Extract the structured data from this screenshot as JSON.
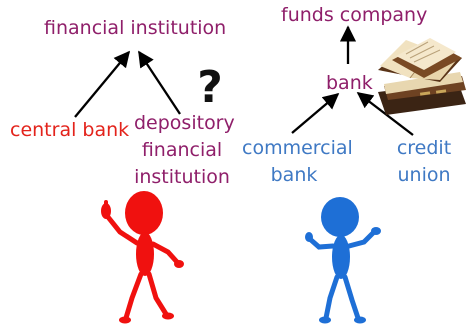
{
  "left_tree": {
    "parent": "financial institution",
    "child_left": "central bank",
    "child_right": "depository\nfinancial\ninstitution",
    "question_mark": "?"
  },
  "right_tree": {
    "top": "funds company",
    "middle": "bank",
    "child_left": "commercial\nbank",
    "child_right": "credit\nunion"
  },
  "icons": [
    "stack-of-books-icon",
    "red-stick-figure-thumbs-up-icon",
    "blue-stick-figure-shrug-icon"
  ],
  "colors": {
    "purple": "#8f1f6a",
    "red": "#e3231b",
    "blue": "#3f79c4",
    "red_figure": "#f0110f",
    "blue_figure": "#1e6fd6"
  }
}
